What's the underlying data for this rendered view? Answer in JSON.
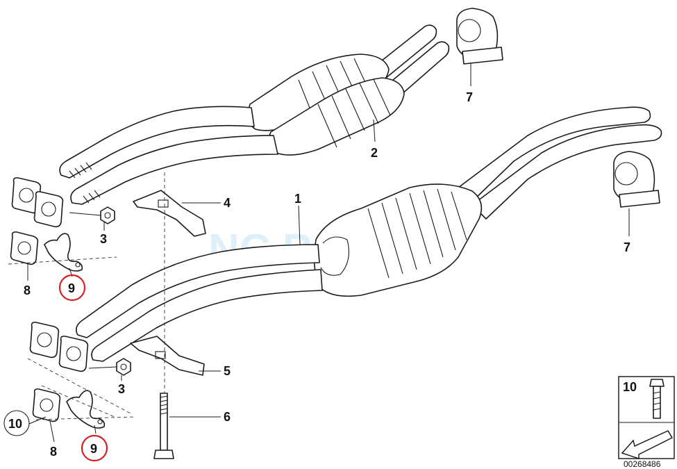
{
  "diagram": {
    "watermark": "NC BMW",
    "callouts": {
      "c1": "1",
      "c2": "2",
      "c3a": "3",
      "c3b": "3",
      "c4": "4",
      "c5": "5",
      "c6": "6",
      "c7a": "7",
      "c7b": "7",
      "c8a": "8",
      "c8b": "8",
      "c9a": "9",
      "c9b": "9",
      "c10a": "10",
      "c10b": "10"
    },
    "highlighted_parts": [
      "9"
    ],
    "highlight_color": "#d42020",
    "reference_number": "00268486"
  }
}
